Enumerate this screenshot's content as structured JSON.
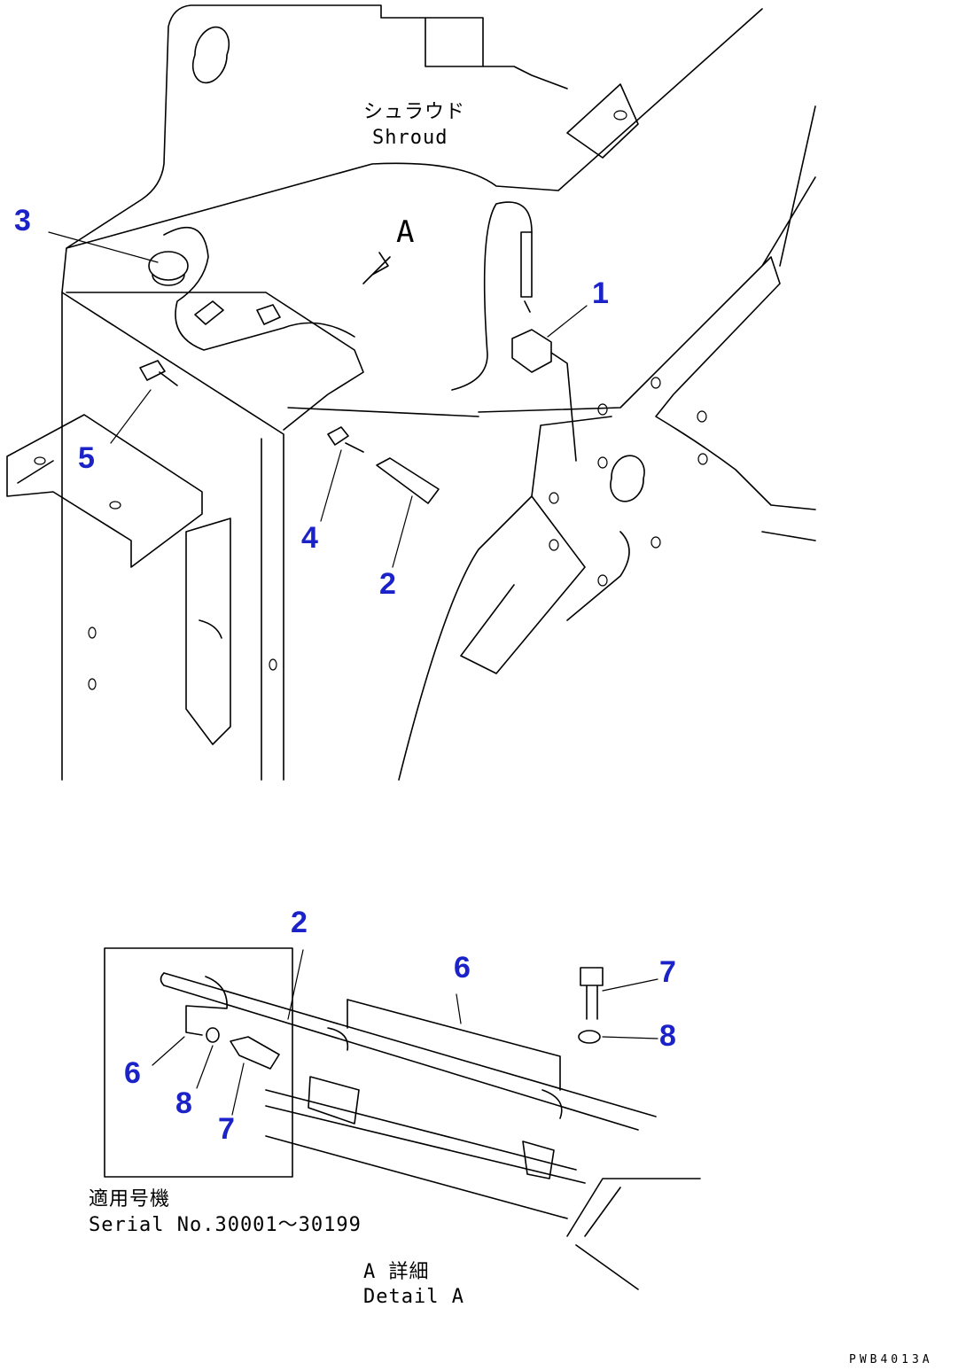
{
  "labels": {
    "shroud_jp": "シュラウド",
    "shroud_en": "Shroud",
    "view_arrow": "A",
    "serial_jp": "適用号機",
    "serial_en": "Serial No.30001～30199",
    "detail_jp": "A 詳細",
    "detail_en": "Detail A",
    "drawing_code": "PWB4013A"
  },
  "callouts": {
    "main": [
      "1",
      "2",
      "3",
      "4",
      "5"
    ],
    "detail": [
      "2",
      "6",
      "7",
      "8",
      "6",
      "8",
      "7"
    ]
  },
  "colors": {
    "callout": "#1a22c8",
    "line": "#000000",
    "background": "#ffffff"
  }
}
